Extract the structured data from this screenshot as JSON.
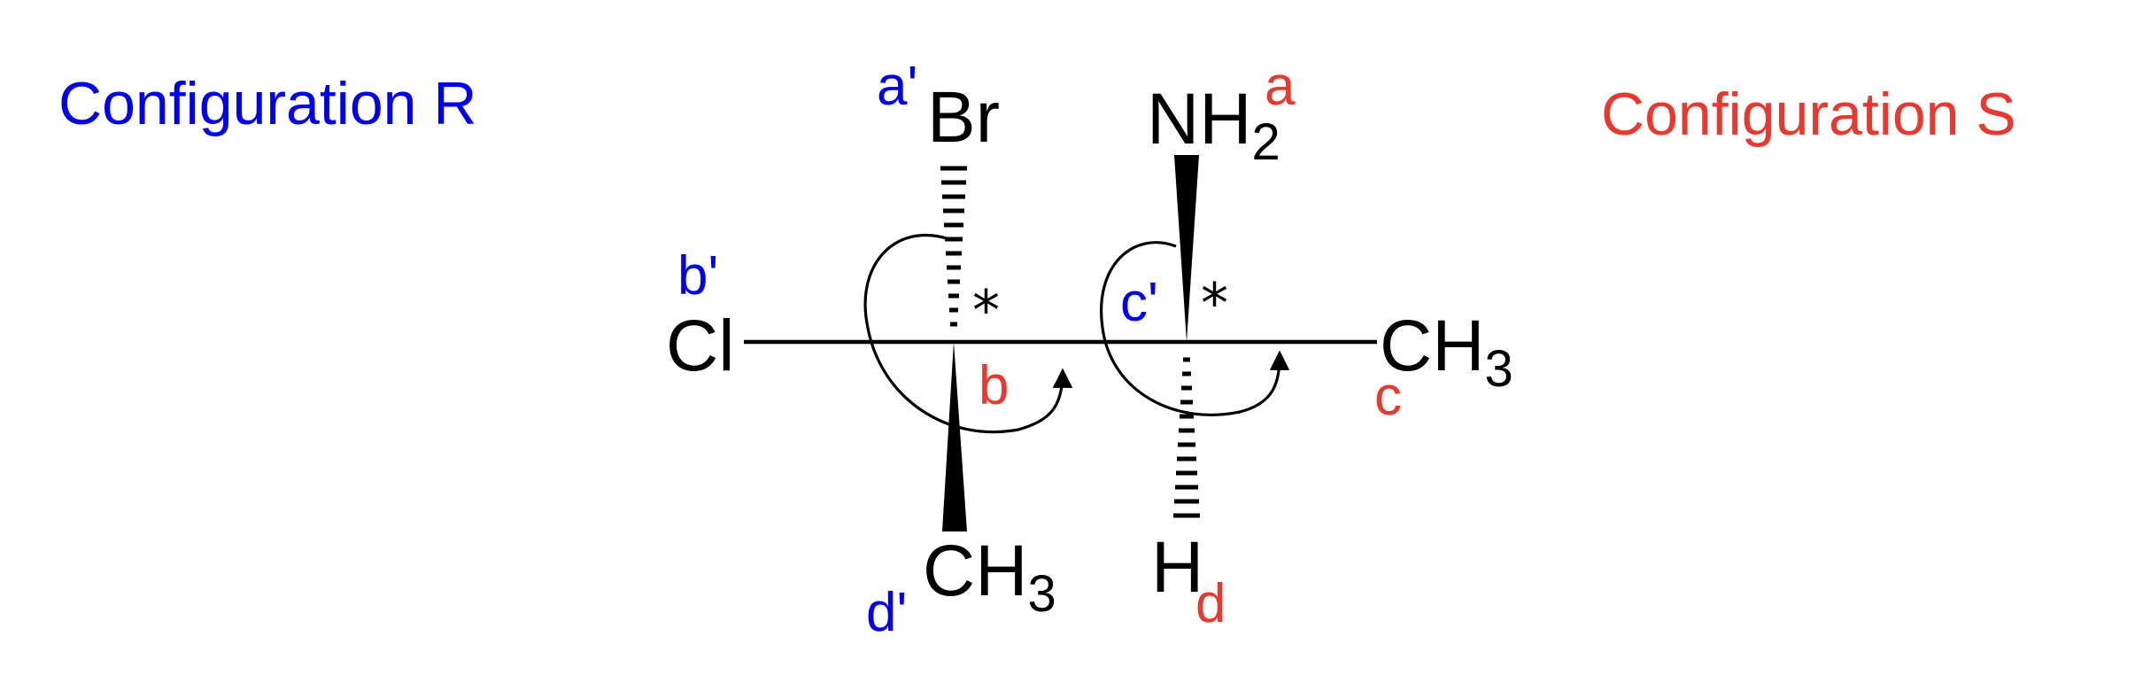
{
  "colors": {
    "blue": "#0000ee",
    "red": "#e8382f",
    "black": "#000000"
  },
  "left_config": {
    "text": "Configuration R"
  },
  "right_config": {
    "text": "Configuration S"
  },
  "left_center": {
    "top": {
      "atom": "Br",
      "label": "a'"
    },
    "left": {
      "atom": "Cl",
      "label": "b'"
    },
    "bottom": {
      "atom": "CH",
      "subscript": "3",
      "label": "d'"
    },
    "center_label": "b",
    "stereo_mark": "*"
  },
  "right_center": {
    "top": {
      "atom": "NH",
      "subscript": "2",
      "label": "a"
    },
    "right": {
      "atom": "CH",
      "subscript": "3",
      "label": "c"
    },
    "bottom": {
      "atom": "H",
      "label": "d"
    },
    "center_label": "c'",
    "stereo_mark": "*"
  }
}
